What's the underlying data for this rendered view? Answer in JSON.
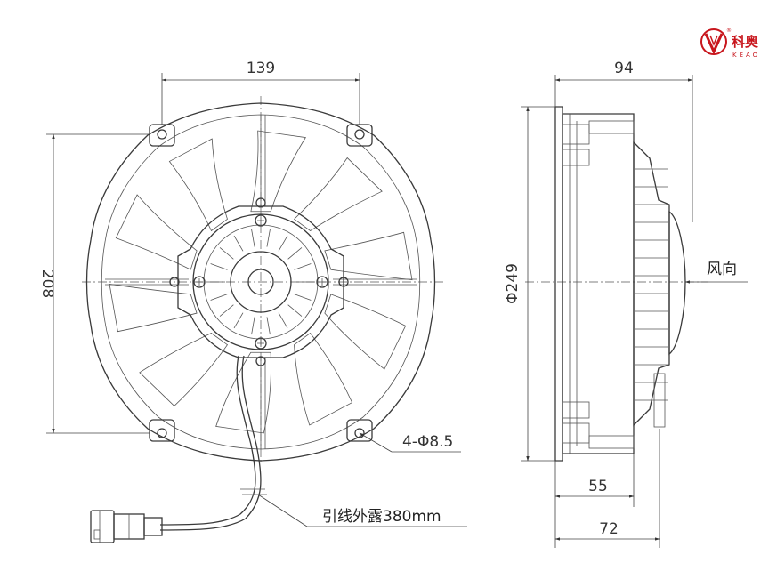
{
  "logo": {
    "name_cn": "科奥",
    "name_en": "KEAO",
    "reg_mark": "®",
    "brand_color": "#c8161d"
  },
  "front_view": {
    "dims": {
      "width_bolt_spacing": "139",
      "height_bolt_spacing": "208",
      "mount_holes": "4-Φ8.5",
      "lead_wire": "引线外露380mm"
    }
  },
  "side_view": {
    "dims": {
      "total_depth": "94",
      "diameter": "Φ249",
      "depth_55": "55",
      "depth_72": "72"
    },
    "airflow_label": "风向"
  }
}
